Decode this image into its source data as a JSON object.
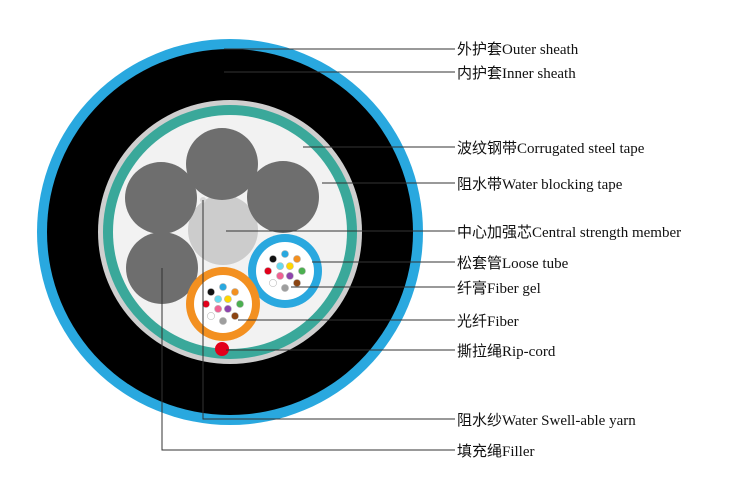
{
  "labels": [
    {
      "key": "outer_sheath",
      "text": "外护套Outer sheath"
    },
    {
      "key": "inner_sheath",
      "text": "内护套Inner sheath"
    },
    {
      "key": "corrugated_steel_tape",
      "text": "波纹钢带Corrugated steel tape"
    },
    {
      "key": "water_blocking_tape",
      "text": "阻水带Water blocking tape"
    },
    {
      "key": "central_strength_member",
      "text": "中心加强芯Central strength member"
    },
    {
      "key": "loose_tube",
      "text": "松套管Loose tube"
    },
    {
      "key": "fiber_gel",
      "text": "纤膏Fiber gel"
    },
    {
      "key": "fiber",
      "text": "光纤Fiber"
    },
    {
      "key": "rip_cord",
      "text": "撕拉绳Rip-cord"
    },
    {
      "key": "water_swellable_yarn",
      "text": "阻水纱Water Swell-able yarn"
    },
    {
      "key": "filler",
      "text": "填充绳Filler"
    }
  ],
  "colors": {
    "outer_sheath": "#29a8df",
    "inner_sheath": "#000000",
    "steel_tape": "#cfcfcf",
    "water_blocking_tape": "#3aa89a",
    "core_background": "#f2f2f2",
    "filler": "#6e6e6e",
    "central_member": "#cccccc",
    "loose_tube_blue": "#29a8df",
    "loose_tube_orange": "#f39020",
    "rip_cord": "#e2001a",
    "leader_line": "#333333"
  },
  "fiber_colors": [
    "#29a8df",
    "#f39020",
    "#4caf50",
    "#8b4513",
    "#9e9e9e",
    "#ffffff",
    "#e2001a",
    "#111111",
    "#ffd600",
    "#8e44ad",
    "#f06292",
    "#66d9ef"
  ]
}
